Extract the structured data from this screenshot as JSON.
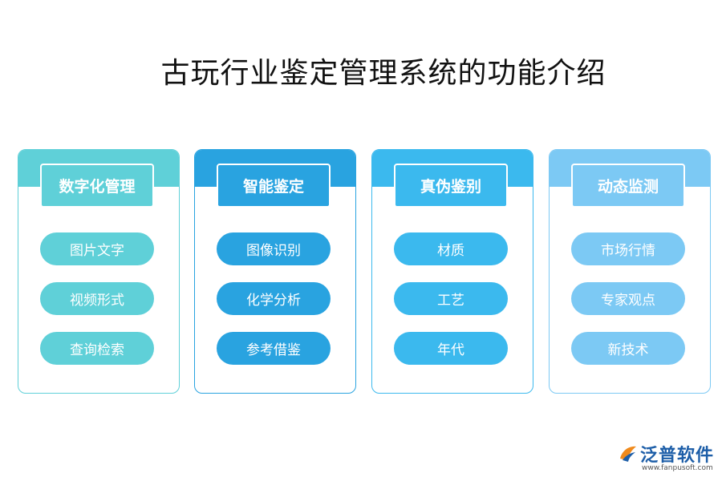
{
  "title": "古玩行业鉴定管理系统的功能介绍",
  "colors": {
    "col1": "#5fd0d8",
    "col2": "#29a3e0",
    "col3": "#3bb9ee",
    "col4": "#7cc9f4"
  },
  "columns": [
    {
      "header": "数字化管理",
      "items": [
        "图片文字",
        "视频形式",
        "查询检索"
      ]
    },
    {
      "header": "智能鉴定",
      "items": [
        "图像识别",
        "化学分析",
        "参考借鉴"
      ]
    },
    {
      "header": "真伪鉴别",
      "items": [
        "材质",
        "工艺",
        "年代"
      ]
    },
    {
      "header": "动态监测",
      "items": [
        "市场行情",
        "专家观点",
        "新技术"
      ]
    }
  ],
  "logo": {
    "name": "泛普软件",
    "url": "www.fanpusoft.com"
  }
}
